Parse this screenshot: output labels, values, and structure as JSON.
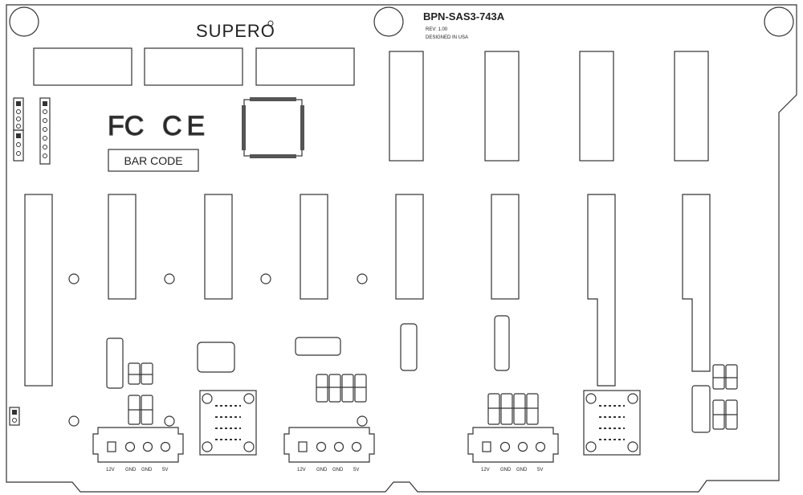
{
  "board": {
    "model": "BPN-SAS3-743A",
    "rev": "REV:  1.00",
    "designed": "DESIGNED IN USA",
    "brand": "SUPERO",
    "barcode": "BAR CODE",
    "fcc_mark": "FC",
    "ce_mark": "CE"
  },
  "power_connectors": [
    {
      "pins": [
        "12V",
        "GND",
        "GND",
        "5V"
      ]
    },
    {
      "pins": [
        "12V",
        "GND",
        "GND",
        "5V"
      ]
    },
    {
      "pins": [
        "12V",
        "GND",
        "GND",
        "5V"
      ]
    }
  ]
}
